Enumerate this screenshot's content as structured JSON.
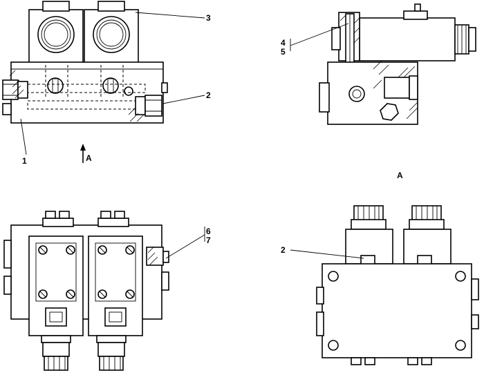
{
  "labels": {
    "c1": "1",
    "c2": "2",
    "c3": "3",
    "c4": "4",
    "c5": "5",
    "c6": "6",
    "c7": "7",
    "c2b": "2",
    "view_arrow": "A",
    "view_title": "A"
  }
}
